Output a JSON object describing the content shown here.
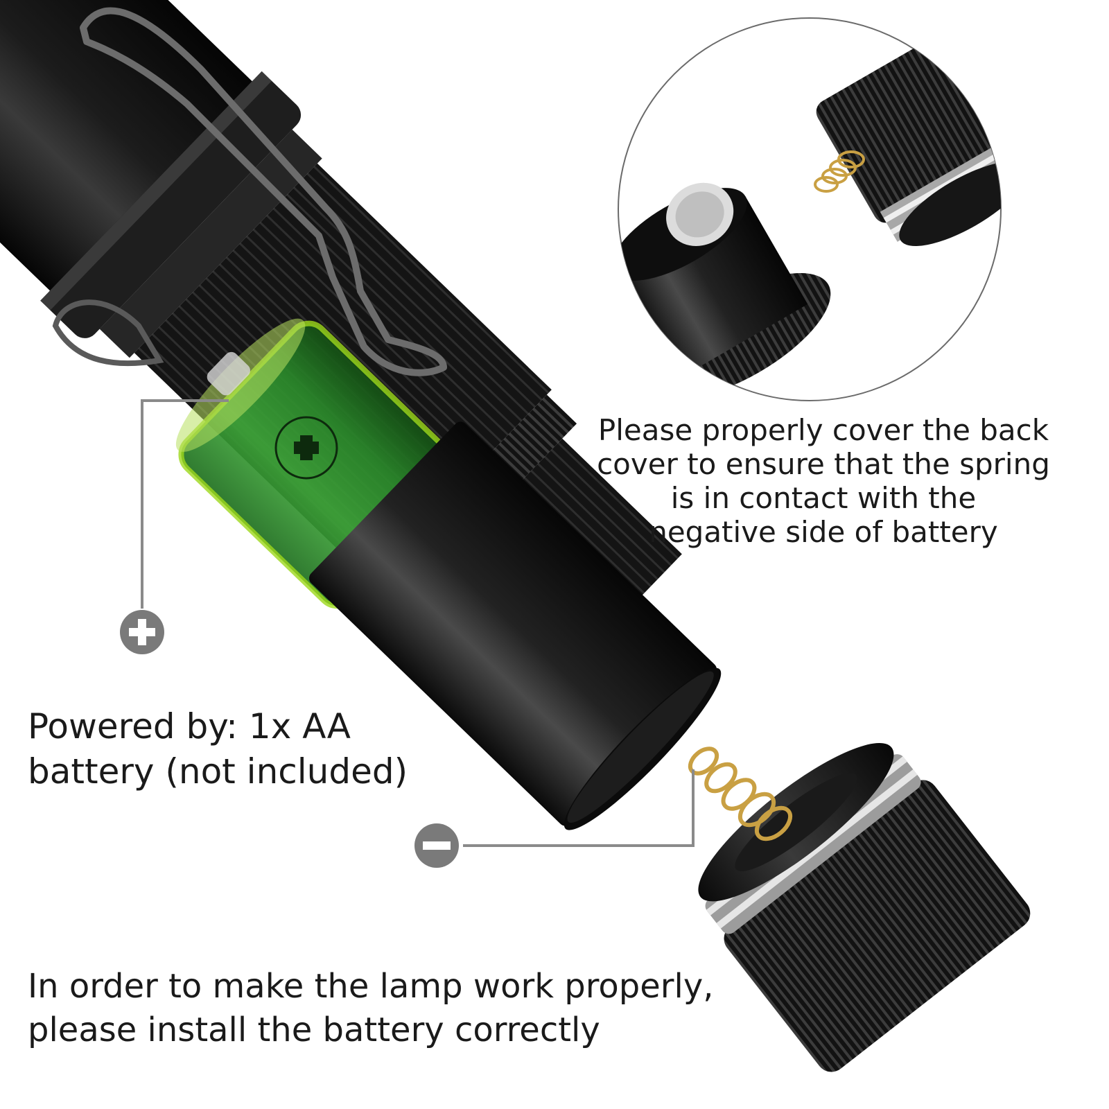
{
  "captions": {
    "spring_instruction": [
      "Please properly cover the back",
      "cover to ensure that the spring",
      "is in contact with the",
      "negative side of battery"
    ],
    "power_info": [
      "Powered by: 1x AA",
      "battery (not included)"
    ],
    "install_instruction": [
      "In order to make the lamp work properly,",
      "please install the battery correctly"
    ]
  },
  "colors": {
    "battery_green": "#3fa63a",
    "battery_glow": "#9ed81c",
    "marker_gray": "#7a7a7a",
    "body_black": "#161616",
    "spring_gold": "#c9a043"
  },
  "icons": {
    "positive_marker": "plus-circle-icon",
    "negative_marker": "minus-circle-icon",
    "battery_plus": "plus-icon"
  }
}
